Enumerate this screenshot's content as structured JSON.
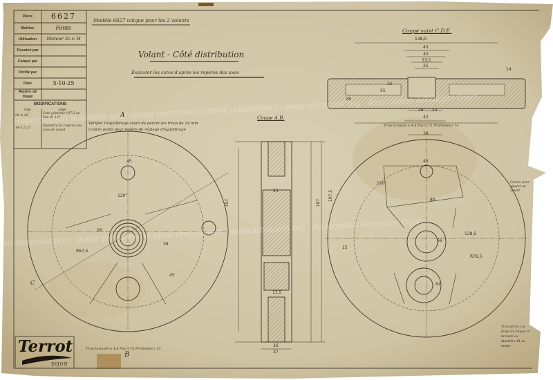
{
  "title_block": {
    "rows": [
      {
        "label": "Pièce",
        "value": "6627"
      },
      {
        "label": "Matière",
        "value": "Fonte"
      },
      {
        "label": "Utilisation",
        "value": "Moteur 3c.v. H"
      },
      {
        "label": "Dessiné par",
        "value": ""
      },
      {
        "label": "Calqué par",
        "value": ""
      },
      {
        "label": "Vérifié par",
        "value": ""
      },
      {
        "label": "Date",
        "value": "5-10-25"
      },
      {
        "label": "Repère de tirage",
        "value": ""
      }
    ],
    "modifications_header": "MODIFICATIONS",
    "mod_col_date": "Date",
    "mod_col_object": "Objet",
    "modifications": [
      {
        "date": "20-4-26",
        "object": "Cote générale 197.5 au lieu de 197"
      },
      {
        "date": "14-12-27",
        "object": "Diamètre de repères des axes de volant"
      }
    ]
  },
  "notes": {
    "model_note": "Modèle 6627 unique pour les 2 volants",
    "title": "Volant - Côté distribution",
    "subtitle": "Exécuter les cotes d'après les repères des axes",
    "balance_note_1": "Vérifier l'équilibrage avant de percer les trous de 14 mm",
    "balance_note_2": "Contre poids pour repère de réglage d'équilibrage",
    "section_ab": "Coupe A.B.",
    "section_cde": "Coupe suivt C.D.E.",
    "hole_note_top": "Trou taraudé à 4,8 Pas 0,75 Profondeur 14",
    "hole_note_bottom": "Trou taraudé à 4,8 Pas 0,75 Profondeur 15",
    "right_note_top": "Centre pour ajuster au volant",
    "right_note_bottom": "Trou percé à la forge du moyeu et taraudé au diamètre 44 au moins",
    "letter_b": "B",
    "letter_a": "A",
    "letter_c": "C"
  },
  "dimensions": {
    "top_section": [
      "138,5",
      "45",
      "40",
      "33,5",
      "25",
      "14",
      "38",
      "33",
      "42",
      "38",
      "55",
      "35",
      "18"
    ],
    "left_view": [
      "45",
      "120°",
      "38",
      "45",
      "R67,5",
      "28"
    ],
    "middle_view": [
      "197",
      "197,5",
      "187",
      "26",
      "37",
      "23",
      "13,5"
    ],
    "right_view": [
      "138,5",
      "80",
      "120°",
      "45",
      "R76,5",
      "62",
      "66",
      "15"
    ]
  },
  "logo": {
    "brand": "Terrot",
    "city": "DIJON"
  },
  "watermark": "Reproduction autorisée pour usage personnel et privé uniquement - www.arbracam.org - Association Arbracam Dijon",
  "colors": {
    "paper": "#d3c9ab",
    "ink": "#3a3020"
  }
}
